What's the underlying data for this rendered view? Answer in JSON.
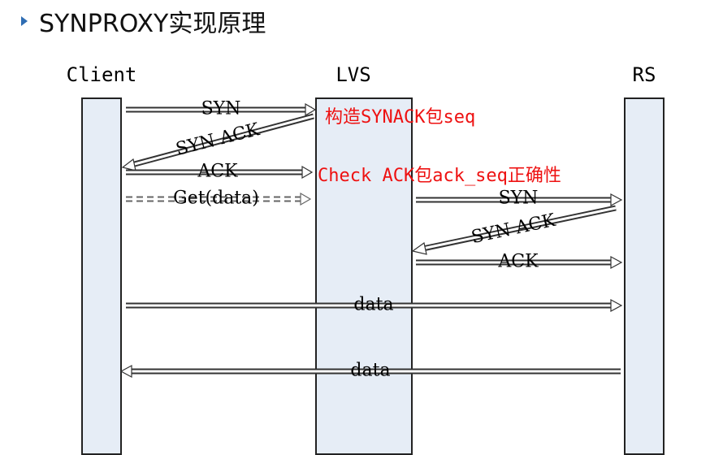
{
  "title": "SYNPROXY实现原理",
  "columns": {
    "client": "Client",
    "lvs": "LVS",
    "rs": "RS"
  },
  "messages": {
    "syn_1": "SYN",
    "synack_1": "SYN ACK",
    "ack_1": "ACK",
    "get_data": "Get(data)",
    "syn_2": "SYN",
    "synack_2": "SYN ACK",
    "ack_2": "ACK",
    "data_forward": "data",
    "data_back": "data"
  },
  "notes": {
    "construct_seq": "构造SYNACK包seq",
    "check_ack": "Check ACK包ack_seq正确性"
  },
  "colors": {
    "note": "#ee1111",
    "lane_fill": "#e6edf6",
    "bullet": "#2f6db3"
  }
}
